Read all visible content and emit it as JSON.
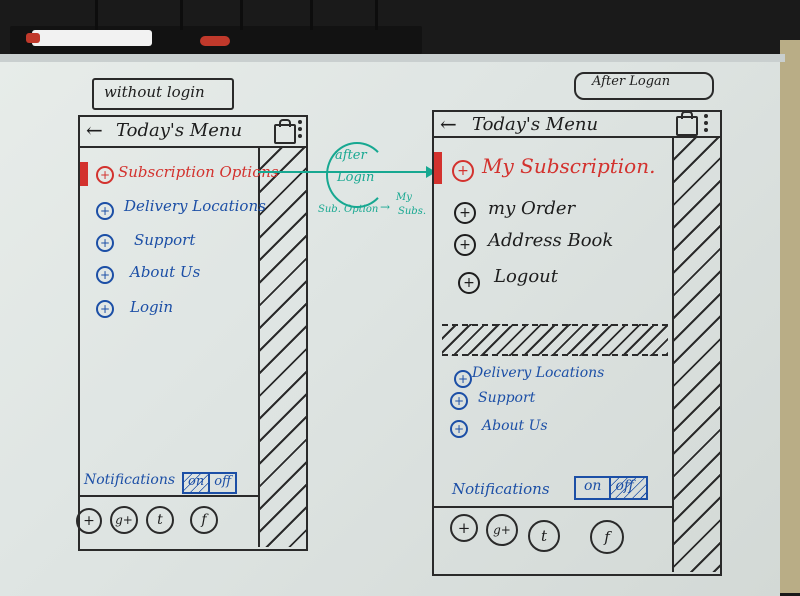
{
  "left": {
    "caption": "without login",
    "title": "Today's Menu",
    "menu": [
      {
        "label": "Subscription Options",
        "color": "#d3322e"
      },
      {
        "label": "Delivery Locations",
        "color": "#1c4fa6"
      },
      {
        "label": "Support",
        "color": "#1c4fa6"
      },
      {
        "label": "About Us",
        "color": "#1c4fa6"
      },
      {
        "label": "Login",
        "color": "#1c4fa6"
      }
    ],
    "notifications": {
      "label": "Notifications",
      "on": "on",
      "off": "off"
    },
    "social": [
      "+",
      "g+",
      "t",
      "f"
    ]
  },
  "note": {
    "line1": "after",
    "line2": "Login",
    "line3": "Sub. Option",
    "line4": "My",
    "line5": "Subs.",
    "arrow": "→"
  },
  "right": {
    "caption": "After Logan",
    "title": "Today's Menu",
    "primary_menu": [
      {
        "label": "My Subscription.",
        "color": "#d3322e"
      },
      {
        "label": "my Order",
        "color": "#1d1d1d"
      },
      {
        "label": "Address Book",
        "color": "#1d1d1d"
      },
      {
        "label": "Logout",
        "color": "#1d1d1d"
      }
    ],
    "secondary_menu": [
      {
        "label": "Delivery Locations",
        "color": "#1c4fa6"
      },
      {
        "label": "Support",
        "color": "#1c4fa6"
      },
      {
        "label": "About Us",
        "color": "#1c4fa6"
      }
    ],
    "notifications": {
      "label": "Notifications",
      "on": "on",
      "off": "off"
    },
    "social": [
      "+",
      "g+",
      "t",
      "f"
    ]
  },
  "icons": {
    "back": "←",
    "plus": "+",
    "bag": "shopping-bag-icon",
    "more": "more-vertical-icon"
  }
}
